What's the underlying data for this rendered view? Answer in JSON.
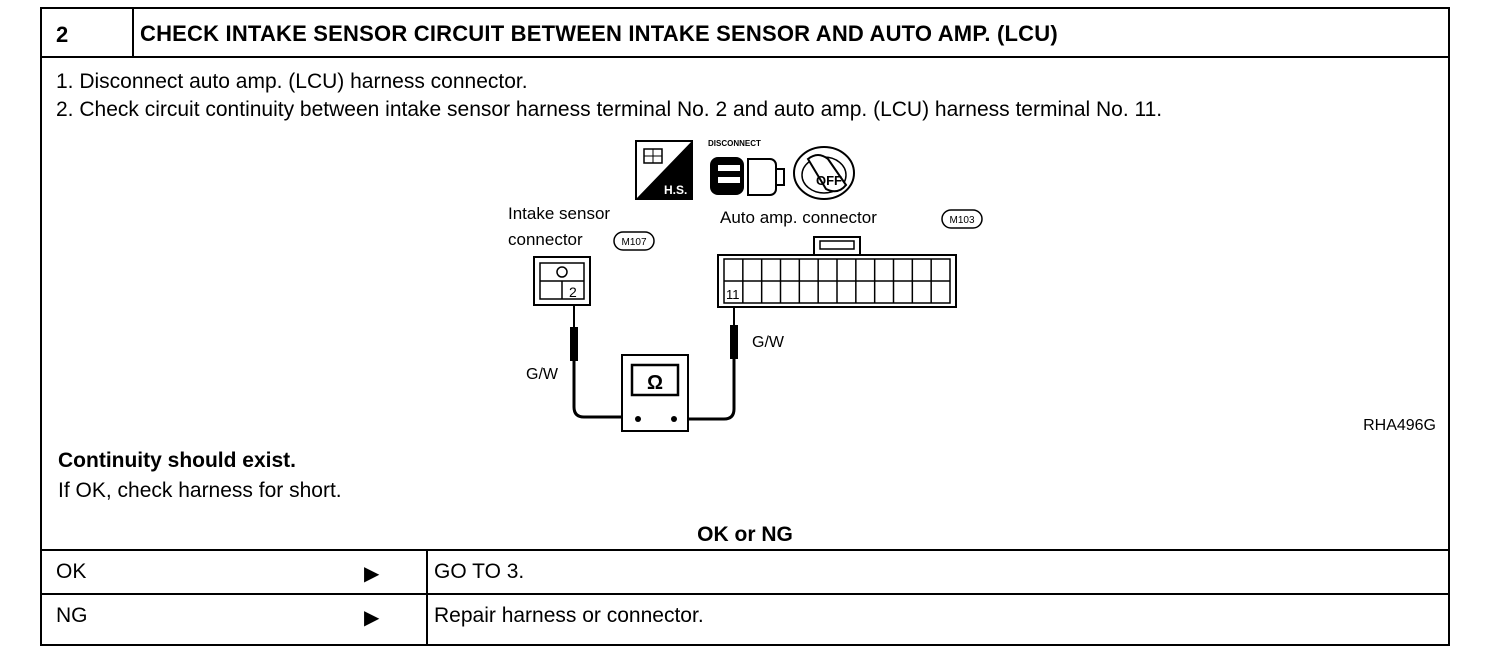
{
  "header": {
    "step_number": "2",
    "title": "CHECK INTAKE SENSOR CIRCUIT BETWEEN INTAKE SENSOR AND AUTO AMP. (LCU)"
  },
  "steps": [
    "1.  Disconnect auto amp. (LCU) harness connector.",
    "2.  Check circuit continuity between intake sensor harness terminal No. 2 and auto amp. (LCU) harness terminal No. 11."
  ],
  "figure": {
    "icon_hs_label": "H.S.",
    "icon_disconnect_label": "DISCONNECT",
    "icon_ignition_label": "OFF",
    "intake_label_line1": "Intake sensor",
    "intake_label_line2": "connector",
    "intake_connector_code": "M107",
    "auto_amp_label": "Auto amp. connector",
    "auto_amp_connector_code": "M103",
    "intake_terminal": "2",
    "auto_amp_terminal": "11",
    "wire_left": "G/W",
    "wire_right": "G/W",
    "meter_symbol": "Ω",
    "figure_code": "RHA496G"
  },
  "result": {
    "expected": "Continuity should exist.",
    "followup": "If OK, check harness for short."
  },
  "decision": {
    "header": "OK or NG",
    "arrow_glyph": "▶",
    "rows": [
      {
        "result": "OK",
        "action": "GO TO 3."
      },
      {
        "result": "NG",
        "action": "Repair harness or connector."
      }
    ]
  }
}
